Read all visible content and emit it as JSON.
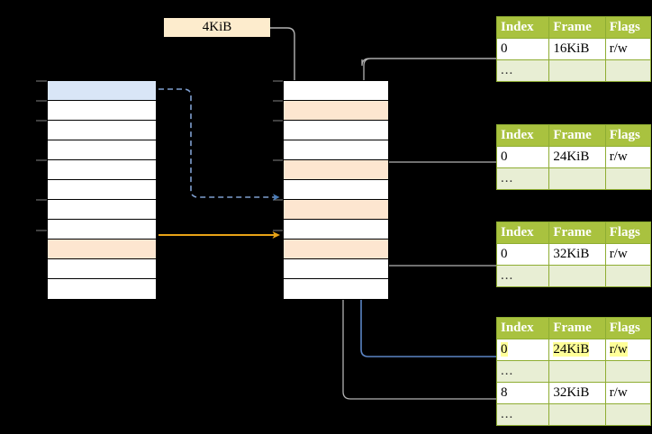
{
  "diagram": {
    "title": "4KiB",
    "size_label": "4KiB",
    "colors": {
      "background": "#000000",
      "header_green": "#a9c23f",
      "ellipsis_green": "#e8eed4",
      "peach": "#fde6d0",
      "label_peach": "#fdeccd",
      "blue_row": "#d9e6f7",
      "highlight_yellow": "#ffff99",
      "orange_arrow": "#e8a317",
      "blue_arrow": "#5b84c4",
      "gray_connector": "#b3b3b3"
    }
  },
  "left_grid": {
    "name": "virtual-address-space-left",
    "row_count": 11,
    "rows": [
      {
        "index": 0,
        "fill": "blue"
      },
      {
        "index": 1,
        "fill": "white"
      },
      {
        "index": 2,
        "fill": "white"
      },
      {
        "index": 3,
        "fill": "white"
      },
      {
        "index": 4,
        "fill": "white"
      },
      {
        "index": 5,
        "fill": "white"
      },
      {
        "index": 6,
        "fill": "white"
      },
      {
        "index": 7,
        "fill": "white"
      },
      {
        "index": 8,
        "fill": "peach"
      },
      {
        "index": 9,
        "fill": "white"
      },
      {
        "index": 10,
        "fill": "white"
      }
    ]
  },
  "middle_grid": {
    "name": "physical-memory-middle",
    "row_count": 11,
    "rows": [
      {
        "index": 0,
        "fill": "white"
      },
      {
        "index": 1,
        "fill": "peach"
      },
      {
        "index": 2,
        "fill": "white"
      },
      {
        "index": 3,
        "fill": "white"
      },
      {
        "index": 4,
        "fill": "peach"
      },
      {
        "index": 5,
        "fill": "white"
      },
      {
        "index": 6,
        "fill": "peach"
      },
      {
        "index": 7,
        "fill": "white"
      },
      {
        "index": 8,
        "fill": "peach"
      },
      {
        "index": 9,
        "fill": "white"
      },
      {
        "index": 10,
        "fill": "white"
      }
    ]
  },
  "page_tables": [
    {
      "name": "page-table-1",
      "headers": [
        "Index",
        "Frame",
        "Flags"
      ],
      "rows": [
        {
          "type": "data",
          "cells": [
            "0",
            "16KiB",
            "r/w"
          ],
          "highlight": false
        },
        {
          "type": "ellipsis",
          "cells": [
            "...",
            "",
            ""
          ],
          "highlight": false
        }
      ]
    },
    {
      "name": "page-table-2",
      "headers": [
        "Index",
        "Frame",
        "Flags"
      ],
      "rows": [
        {
          "type": "data",
          "cells": [
            "0",
            "24KiB",
            "r/w"
          ],
          "highlight": false
        },
        {
          "type": "ellipsis",
          "cells": [
            "...",
            "",
            ""
          ],
          "highlight": false
        }
      ]
    },
    {
      "name": "page-table-3",
      "headers": [
        "Index",
        "Frame",
        "Flags"
      ],
      "rows": [
        {
          "type": "data",
          "cells": [
            "0",
            "32KiB",
            "r/w"
          ],
          "highlight": false
        },
        {
          "type": "ellipsis",
          "cells": [
            "...",
            "",
            ""
          ],
          "highlight": false
        }
      ]
    },
    {
      "name": "page-table-4",
      "headers": [
        "Index",
        "Frame",
        "Flags"
      ],
      "rows": [
        {
          "type": "data",
          "cells": [
            "0",
            "24KiB",
            "r/w"
          ],
          "highlight": true
        },
        {
          "type": "ellipsis",
          "cells": [
            "...",
            "",
            ""
          ],
          "highlight": false
        },
        {
          "type": "data",
          "cells": [
            "8",
            "32KiB",
            "r/w"
          ],
          "highlight": false
        },
        {
          "type": "ellipsis",
          "cells": [
            "...",
            "",
            ""
          ],
          "highlight": false
        }
      ]
    }
  ]
}
